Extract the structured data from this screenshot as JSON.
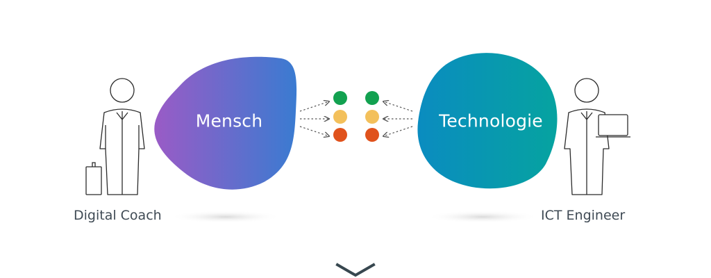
{
  "left_blob": {
    "label": "Mensch",
    "gradient": [
      "#9a5bc6",
      "#3a7bd1"
    ]
  },
  "right_blob": {
    "label": "Technologie",
    "gradient": [
      "#0a8cc0",
      "#06a3a0"
    ]
  },
  "left_person": {
    "label": "Digital Coach",
    "accessory": "suitcase-icon"
  },
  "right_person": {
    "label": "ICT Engineer",
    "accessory": "laptop-icon"
  },
  "status_dots": {
    "colors": [
      "#12a150",
      "#f3c05b",
      "#e0521c"
    ]
  },
  "scroll_indicator": {
    "icon": "chevron-down-icon",
    "color": "#37474f"
  },
  "colors": {
    "outline": "#2b2b2b",
    "text": "#3f4a54",
    "arrow": "#555555"
  }
}
